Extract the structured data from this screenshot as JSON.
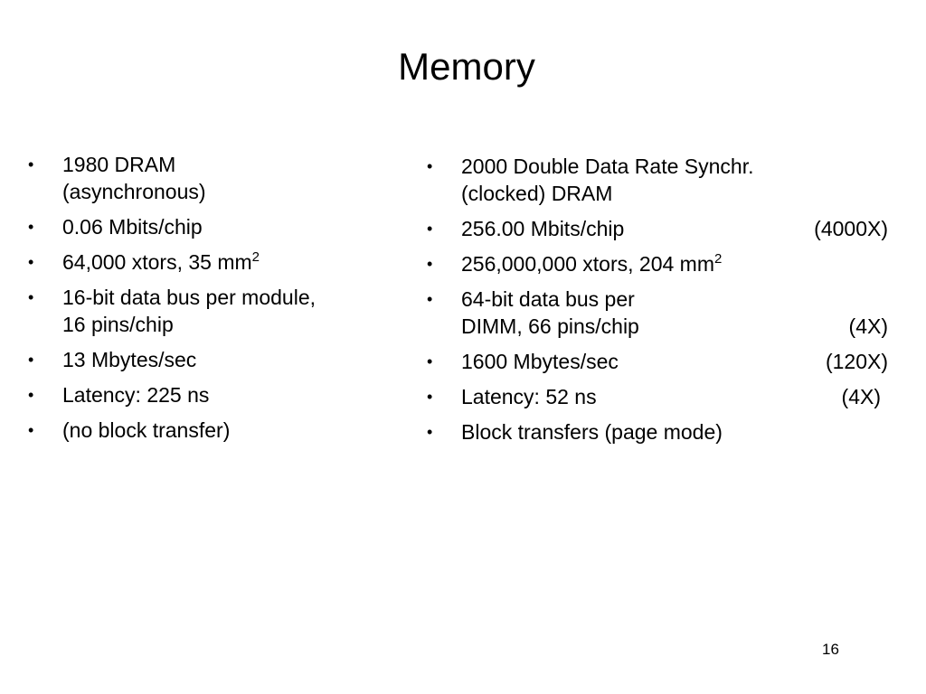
{
  "slide": {
    "title": "Memory",
    "page_number": "16"
  },
  "bullet_glyph": "•",
  "left": {
    "item1": {
      "line1": "1980 DRAM",
      "line2": "(asynchronous)"
    },
    "item2": {
      "text": "0.06 Mbits/chip"
    },
    "item3": {
      "text": "64,000 xtors, 35 mm",
      "sup": "2"
    },
    "item4": {
      "line1": "16-bit data bus per module,",
      "line2": "16 pins/chip"
    },
    "item5": {
      "text": "13 Mbytes/sec"
    },
    "item6": {
      "text": "Latency: 225 ns"
    },
    "item7": {
      "text": "(no block transfer)"
    }
  },
  "right": {
    "item1": {
      "line1": "2000 Double Data Rate Synchr.",
      "line2": "(clocked) DRAM"
    },
    "item2": {
      "text": "256.00 Mbits/chip",
      "factor": "(4000X)"
    },
    "item3": {
      "text": "256,000,000 xtors, 204 mm",
      "sup": "2"
    },
    "item4": {
      "line1": "64-bit data bus per",
      "line2": "DIMM, 66 pins/chip",
      "factor": "(4X)"
    },
    "item5": {
      "text": "1600 Mbytes/sec",
      "factor": "(120X)"
    },
    "item6": {
      "text": "Latency: 52 ns",
      "factor": "(4X)"
    },
    "item7": {
      "text": "Block transfers (page mode)"
    }
  }
}
